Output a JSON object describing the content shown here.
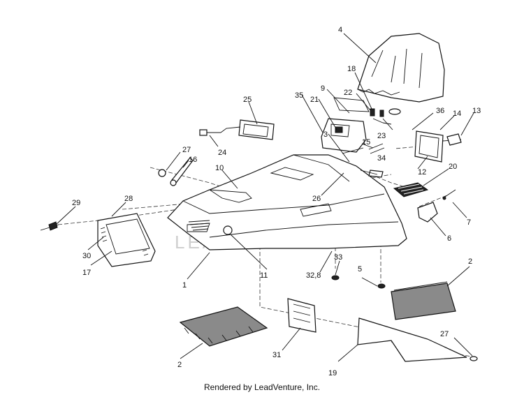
{
  "footer": "Rendered by LeadVenture, Inc.",
  "watermark": "LEADVENTURE",
  "callouts": {
    "c1": "1",
    "c2a": "2",
    "c2b": "2",
    "c3": "3",
    "c4": "4",
    "c5": "5",
    "c6": "6",
    "c7": "7",
    "c8": "32,8",
    "c9": "9",
    "c10": "10",
    "c11": "11",
    "c12": "12",
    "c13": "13",
    "c14": "14",
    "c15": "15",
    "c16": "16",
    "c17": "17",
    "c18": "18",
    "c19": "19",
    "c20": "20",
    "c21": "21",
    "c22": "22",
    "c23": "23",
    "c24": "24",
    "c25": "25",
    "c26": "26",
    "c27a": "27",
    "c27b": "27",
    "c28": "28",
    "c29": "29",
    "c30": "30",
    "c31": "31",
    "c33": "33",
    "c34": "34",
    "c35": "35",
    "c36": "36"
  }
}
